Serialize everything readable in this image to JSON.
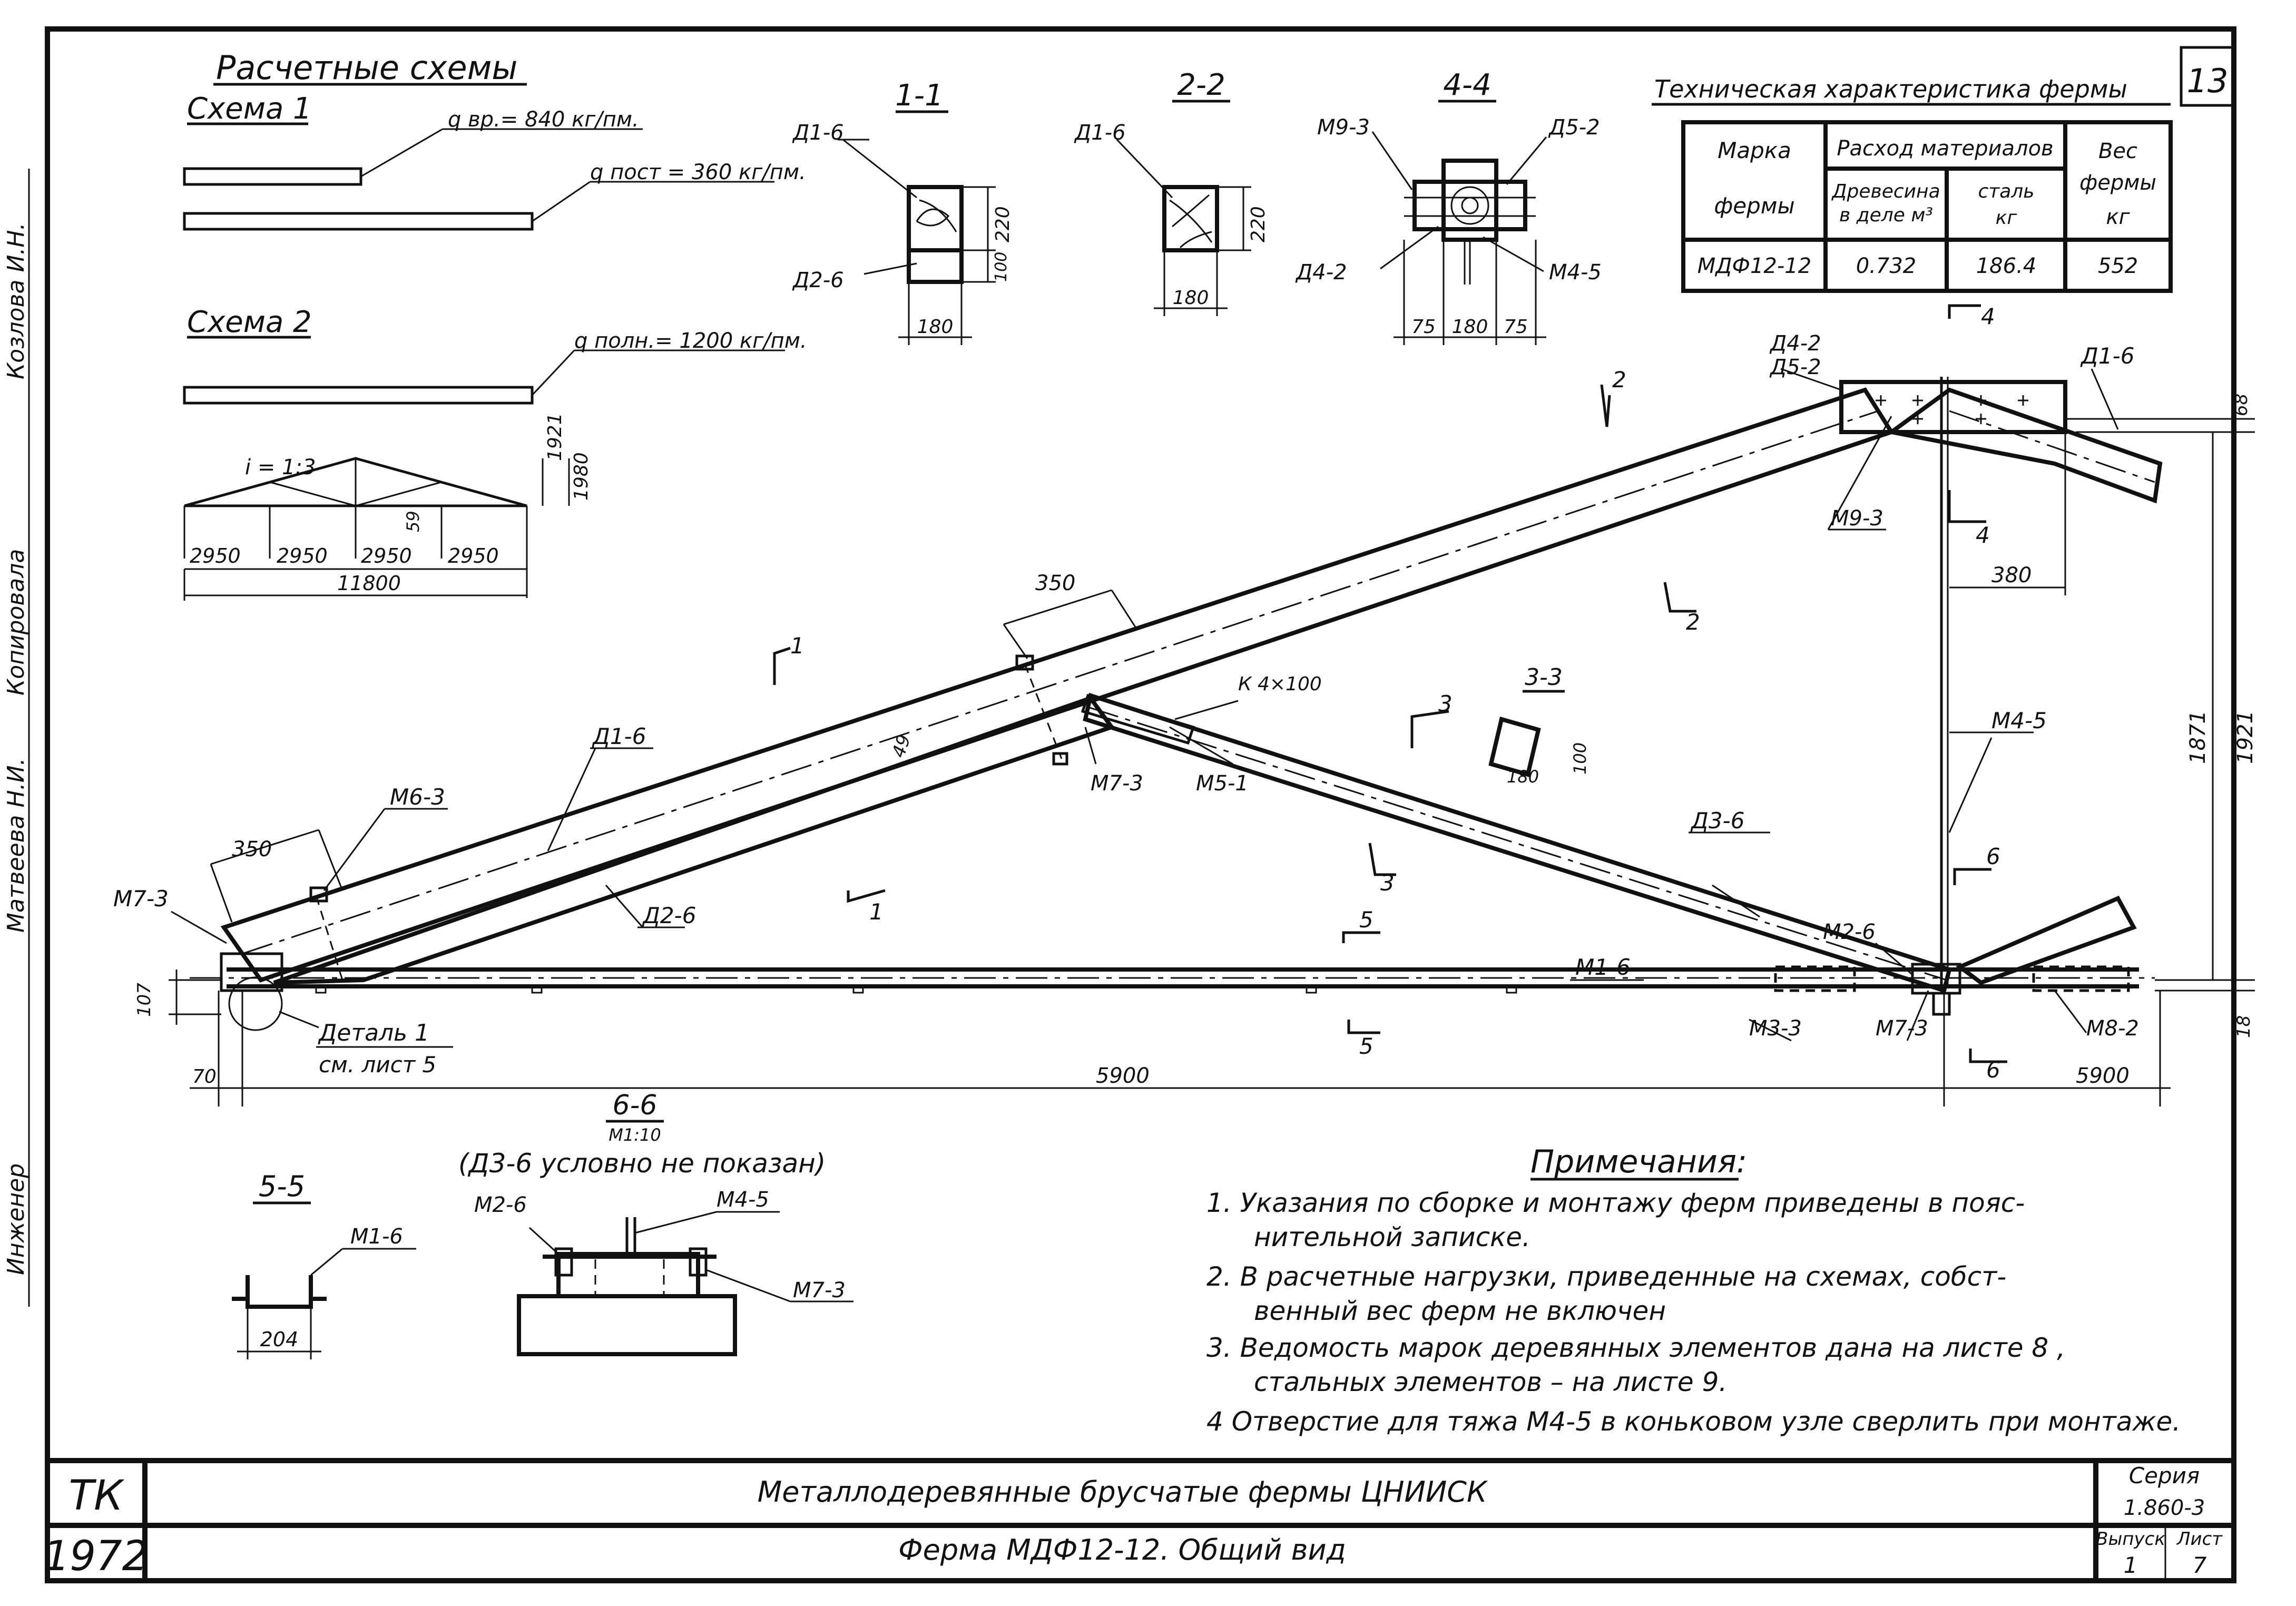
{
  "sheet_number": "13",
  "schemes": {
    "heading": "Расчетные схемы",
    "scheme1": {
      "label": "Схема 1",
      "load_1": "q вр.= 840 кг/пм.",
      "load_2": "q пост = 360 кг/пм."
    },
    "scheme2": {
      "label": "Схема 2",
      "load": "q полн.= 1200 кг/пм."
    },
    "geometry": {
      "slope": "i = 1:3",
      "h1": "1921",
      "h2": "1980",
      "d1": "59",
      "spans": [
        "2950",
        "2950",
        "2950",
        "2950"
      ],
      "total": "11800"
    }
  },
  "sections": {
    "s11": {
      "label": "1-1",
      "top": "Д1-6",
      "bottom": "Д2-6",
      "h_top": "220",
      "h_bot": "100",
      "width": "180"
    },
    "s22": {
      "label": "2-2",
      "top": "Д1-6",
      "h": "220",
      "width": "180"
    },
    "s44": {
      "label": "4-4",
      "l_top": "М9-3",
      "r_top": "Д5-2",
      "l_bot": "Д4-2",
      "r_bot": "М4-5",
      "w_left": "75",
      "w_mid": "180",
      "w_right": "75"
    },
    "s33": {
      "label": "3-3",
      "w": "180",
      "h": "100"
    },
    "s55": {
      "label": "5-5",
      "item": "М1-6",
      "width": "204"
    },
    "s66": {
      "label": "6-6",
      "scale": "М1:10",
      "note": "(Д3-6 условно не показан)",
      "l": "М2-6",
      "r": "М4-5",
      "r2": "М7-3"
    }
  },
  "tech": {
    "title": "Техническая характеристика фермы",
    "col_mark_1": "Марка",
    "col_mark_2": "фермы",
    "col_mat": "Расход материалов",
    "col_wood_1": "Древесина",
    "col_wood_2": "в деле м³",
    "col_steel_1": "сталь",
    "col_steel_2": "кг",
    "col_weight_1": "Вес",
    "col_weight_2": "фермы",
    "col_weight_3": "кг",
    "row": {
      "mark": "МДФ12-12",
      "wood": "0.732",
      "steel": "186.4",
      "weight": "552"
    }
  },
  "truss": {
    "labels": {
      "d1_top": "Д1-6",
      "d1_ridge": "Д1-6",
      "d2": "Д2-6",
      "d3": "Д3-6",
      "m1": "М1-6",
      "m2": "М2-6",
      "m3": "М3-3",
      "m4": "М4-5",
      "m5": "М5-1",
      "m6": "М6-3",
      "m7a": "М7-3",
      "m7b": "М7-3",
      "m7c": "М7-3",
      "m8": "М8-2",
      "m9": "М9-3",
      "d4": "Д4-2",
      "d5": "Д5-2",
      "k": "К 4×100"
    },
    "dims": {
      "d350a": "350",
      "d350b": "350",
      "d49": "49",
      "d380": "380",
      "d68": "68",
      "d1871": "1871",
      "d1921": "1921",
      "d107": "107",
      "d18": "18",
      "d70": "70",
      "d5900a": "5900",
      "d5900b": "5900"
    },
    "cuts": {
      "c1a": "1",
      "c1b": "1",
      "c2a": "2",
      "c2b": "2",
      "c3a": "3",
      "c3b": "3",
      "c4a": "4",
      "c4b": "4",
      "c5a": "5",
      "c5b": "5",
      "c6a": "6",
      "c6b": "6"
    },
    "detail_label": "Деталь 1",
    "detail_ref": "см. лист 5"
  },
  "notes": {
    "heading": "Примечания:",
    "n1a": "1.  Указания  по сборке  и монтажу  ферм приведены в пояс-",
    "n1b": "нительной  записке.",
    "n2a": "2.  В расчетные  нагрузки, приведенные  на схемах,  собст-",
    "n2b": "венный  вес  ферм  не включен",
    "n3a": "3.  Ведомость  марок  деревянных  элементов  дана  на листе 8 ,",
    "n3b": "стальных  элементов – на  листе  9.",
    "n4": "4  Отверстие  для тяжа  М4-5  в коньковом  узле сверлить  при монтаже."
  },
  "stamp": {
    "org": "ТК",
    "year": "1972",
    "title": "Металлодеревянные   брусчатые   фермы  ЦНИИСК",
    "subtitle": "Ферма  МДФ12-12.  Общий  вид",
    "series_label": "Серия",
    "series": "1.860-3",
    "issue_label": "Выпуск",
    "issue": "1",
    "sheet_label": "Лист",
    "sheet": "7"
  },
  "margin": {
    "m1": "Инженер",
    "m2": "Матвеева Н.И.",
    "m3": "Копировала",
    "m4": "Козлова И.Н."
  }
}
